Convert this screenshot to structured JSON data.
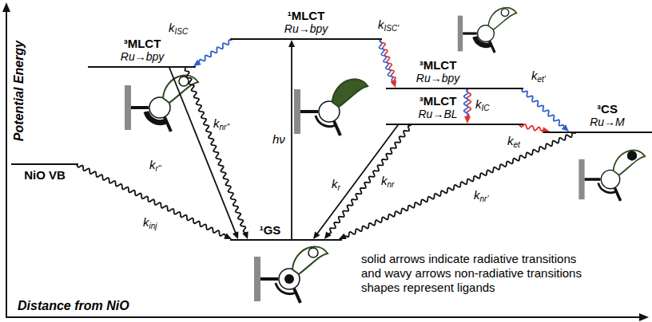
{
  "diagram": {
    "nodes": [
      {
        "text": [
          "¹MLCT",
          "Ru→bpy"
        ]
      },
      {
        "text": [
          "³MLCT",
          "Ru→bpy"
        ]
      },
      {
        "text": [
          "³MLCT",
          "Ru→bpy"
        ]
      },
      {
        "text": [
          "³MLCT",
          "Ru→BL"
        ]
      },
      {
        "text": [
          "³CS",
          "Ru→M"
        ]
      },
      {
        "text": [
          "NiO VB"
        ]
      },
      {
        "text": [
          "¹GS"
        ]
      }
    ],
    "edges": [
      {
        "from": 6,
        "to": 0,
        "arrow": "to",
        "label": "hν"
      },
      {
        "from": 0,
        "to": 1,
        "arrow": "to",
        "label": "kISC"
      },
      {
        "from": 0,
        "to": 2,
        "arrow": "to",
        "label": "kISC'"
      },
      {
        "from": 1,
        "to": 6,
        "arrow": "to",
        "label": "kr''"
      },
      {
        "from": 1,
        "to": 6,
        "arrow": "to",
        "label": "knr''"
      },
      {
        "from": 5,
        "to": 6,
        "arrow": "to",
        "label": "kinj"
      },
      {
        "from": 2,
        "to": 3,
        "arrow": "to",
        "label": "kIC"
      },
      {
        "from": 2,
        "to": 4,
        "arrow": "to",
        "label": "ket'"
      },
      {
        "from": 3,
        "to": 4,
        "arrow": "to",
        "label": "ket"
      },
      {
        "from": 3,
        "to": 6,
        "arrow": "to",
        "label": "kr"
      },
      {
        "from": 3,
        "to": 6,
        "arrow": "to",
        "label": "knr"
      },
      {
        "from": 4,
        "to": 6,
        "arrow": "to",
        "label": "knr'"
      }
    ],
    "labels": [
      "Potential Energy",
      "Distance from NiO",
      "solid arrows indicate radiative transitions and wavy arrows non-radiative transitions shapes represent ligands"
    ]
  }
}
